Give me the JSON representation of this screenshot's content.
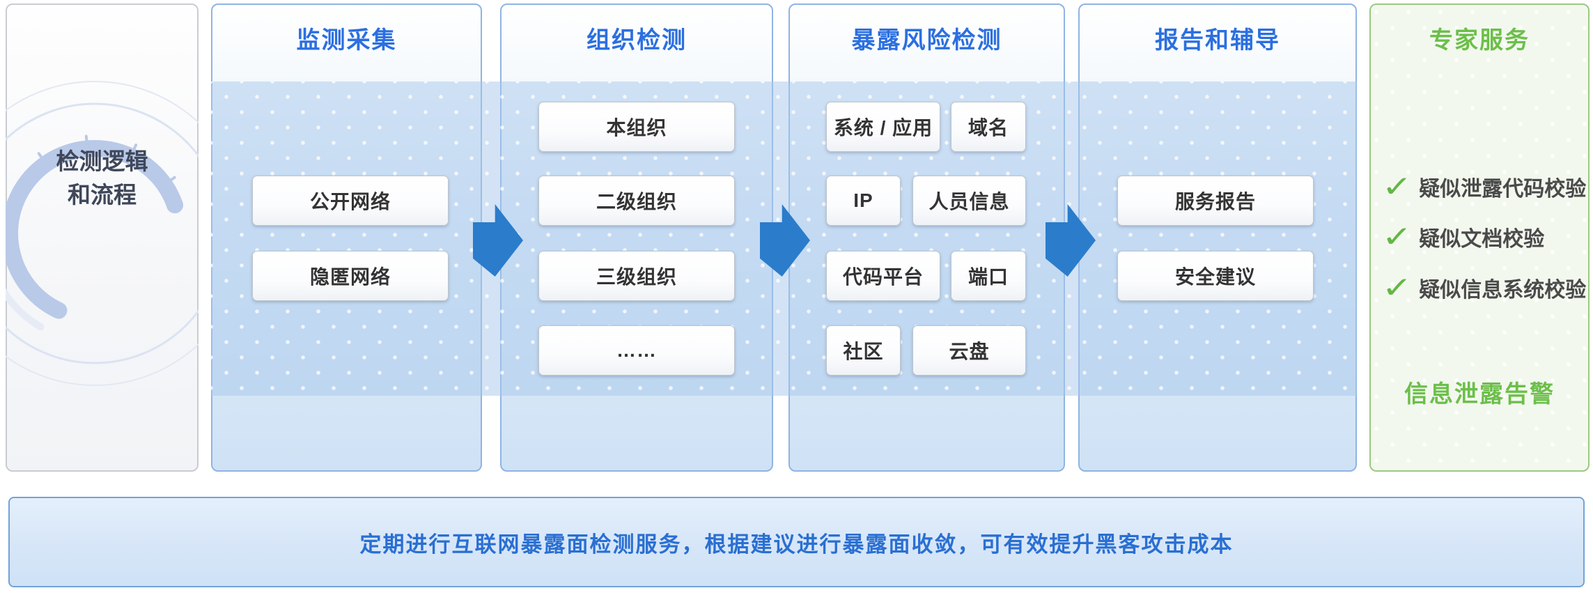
{
  "left_panel": {
    "title_line1": "检测逻辑",
    "title_line2": "和流程"
  },
  "columns": [
    {
      "title": "监测采集",
      "boxes": [
        "公开网络",
        "隐匿网络"
      ]
    },
    {
      "title": "组织检测",
      "boxes": [
        "本组织",
        "二级组织",
        "三级组织",
        "……"
      ]
    },
    {
      "title": "暴露风险检测",
      "boxes": [
        "系统 / 应用",
        "域名",
        "IP",
        "人员信息",
        "代码平台",
        "端口",
        "社区",
        "云盘"
      ]
    },
    {
      "title": "报告和辅导",
      "boxes": [
        "服务报告",
        "安全建议"
      ]
    }
  ],
  "expert_panel": {
    "title": "专家服务",
    "check_glyph": "✓",
    "check_items": [
      "疑似泄露代码校验",
      "疑似文档校验",
      "疑似信息系统校验"
    ],
    "footer_label": "信息泄露告警"
  },
  "bottom_bar": {
    "text": "定期进行互联网暴露面检测服务，根据建议进行暴露面收敛，可有效提升黑客攻击成本"
  },
  "colors": {
    "accent_blue": "#2b6fe0",
    "arrow_blue": "#2b7ccb",
    "accent_green": "#6cbf4a",
    "band_blue": "#a8c8ec"
  }
}
